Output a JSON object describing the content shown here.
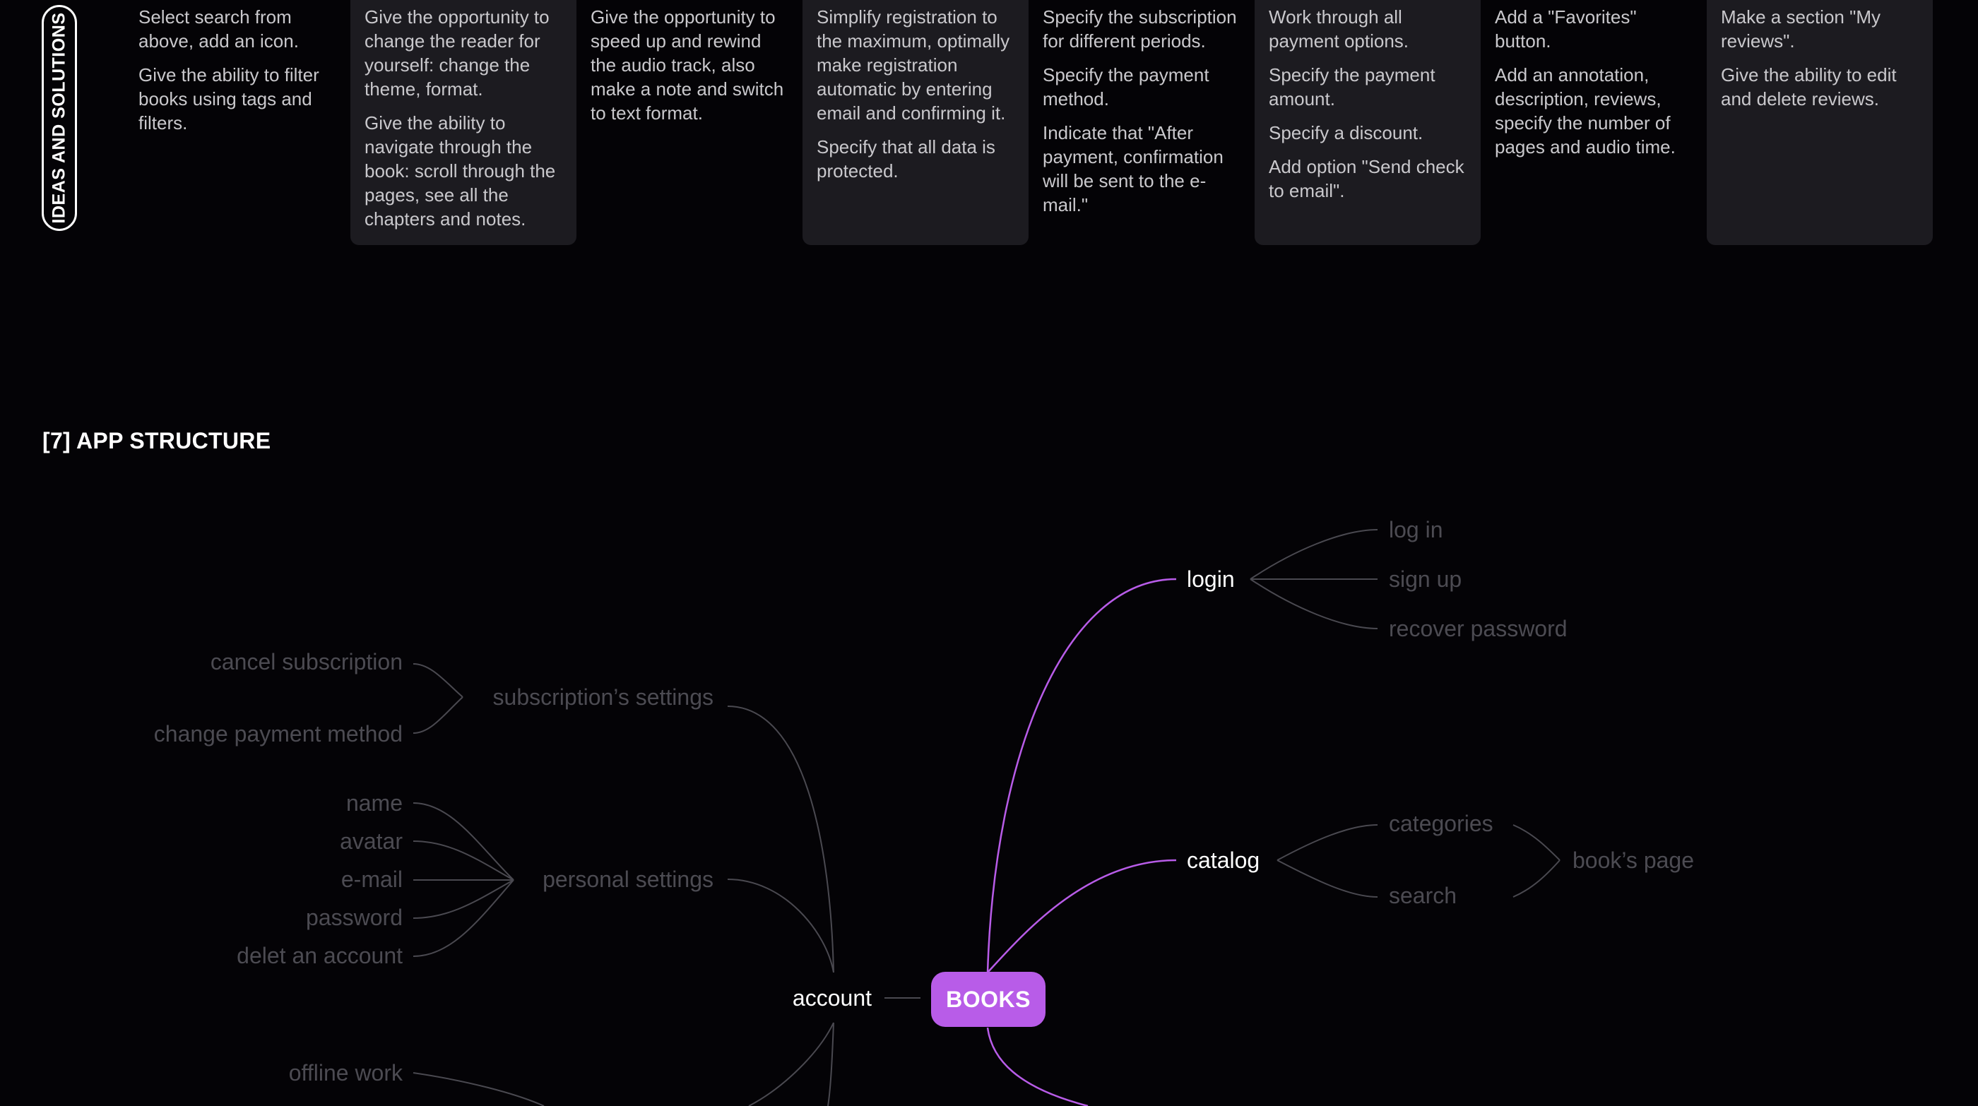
{
  "ideas_section": {
    "tag": "IDEAS AND SOLUTIONS",
    "columns": [
      {
        "card": false,
        "paragraphs": [
          "Select search from above, add an icon.",
          "Give the ability to filter books using tags and filters."
        ]
      },
      {
        "card": true,
        "paragraphs": [
          "Give the opportunity to change the reader for yourself: change the theme, format.",
          "Give the ability to navigate through the book: scroll through the pages, see all the chapters and notes."
        ]
      },
      {
        "card": false,
        "paragraphs": [
          "Give the opportunity to speed up and rewind the audio track, also make a note and switch to text format."
        ]
      },
      {
        "card": true,
        "paragraphs": [
          "Simplify registration to the maximum, optimally make registration automatic by entering email and confirming it.",
          "Specify that all data is protected."
        ]
      },
      {
        "card": false,
        "paragraphs": [
          "Specify the subscription for different periods.",
          "Specify the payment method.",
          "Indicate that \"After payment, confirmation will be sent to the e- mail.\""
        ]
      },
      {
        "card": true,
        "paragraphs": [
          "Work through all payment options.",
          "Specify the payment amount.",
          "Specify a discount.",
          "Add option \"Send check to email\"."
        ]
      },
      {
        "card": false,
        "paragraphs": [
          "Add a \"Favorites\" button.",
          "Add an annotation, description, reviews, specify the number of pages and audio time."
        ]
      },
      {
        "card": true,
        "paragraphs": [
          "Make a section \"My reviews\".",
          "Give the ability to edit and delete reviews."
        ]
      }
    ]
  },
  "structure": {
    "title": "[7] APP STRUCTURE",
    "root": "BOOKS",
    "login": {
      "label": "login",
      "children": [
        "log in",
        "sign up",
        "recover password"
      ]
    },
    "catalog": {
      "label": "catalog",
      "children": [
        "categories",
        "search"
      ],
      "leaf": "book’s page"
    },
    "account": {
      "label": "account",
      "subscription": {
        "label": "subscription’s settings",
        "children": [
          "cancel subscription",
          "change payment method"
        ]
      },
      "personal": {
        "label": "personal settings",
        "children": [
          "name",
          "avatar",
          "e-mail",
          "password",
          "delet an account"
        ]
      },
      "other": [
        "offline work"
      ]
    },
    "colors": {
      "accent": "#b85ce8",
      "muted_text": "#4c4b52",
      "connector": "#4a4950",
      "card": "#1c1b20"
    }
  }
}
